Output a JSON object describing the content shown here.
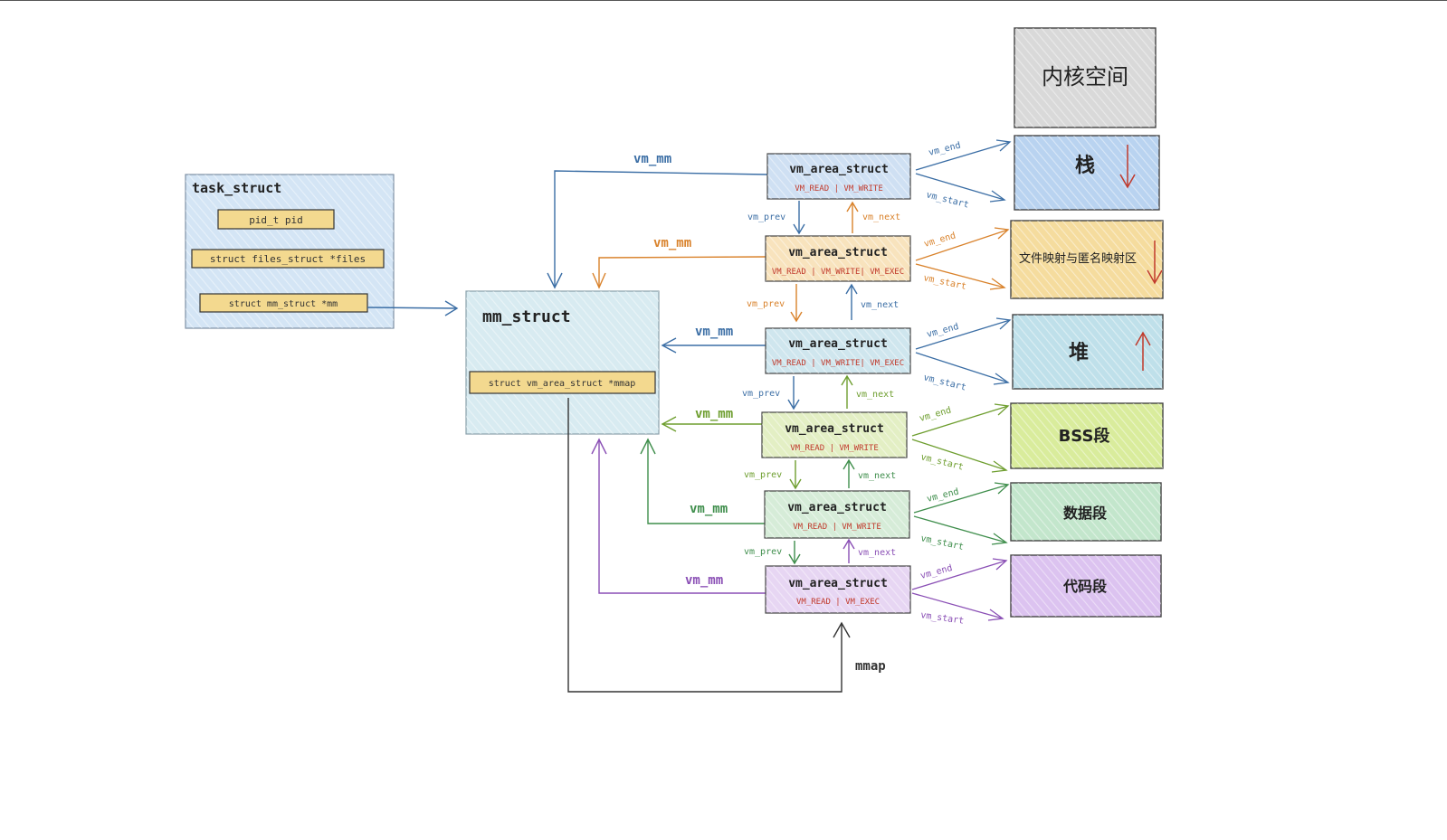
{
  "task_struct": {
    "title": "task_struct",
    "fields": [
      "pid_t  pid",
      "struct files_struct *files",
      "struct mm_struct     *mm"
    ]
  },
  "mm_struct": {
    "title": "mm_struct",
    "field": "struct vm_area_struct *mmap"
  },
  "vmas": [
    {
      "title": "vm_area_struct",
      "flags": "VM_READ | VM_WRITE",
      "color": "#3b6ea5",
      "fill": "#cfe0f3",
      "link_label": "vm_mm"
    },
    {
      "title": "vm_area_struct",
      "flags": "VM_READ | VM_WRITE| VM_EXEC",
      "color": "#d9822b",
      "fill": "#f8e3bd",
      "link_label": "vm_mm"
    },
    {
      "title": "vm_area_struct",
      "flags": "VM_READ | VM_WRITE| VM_EXEC",
      "color": "#3b6ea5",
      "fill": "#cfe6ee",
      "link_label": "vm_mm"
    },
    {
      "title": "vm_area_struct",
      "flags": "VM_READ | VM_WRITE",
      "color": "#6e9e2f",
      "fill": "#e3efc4",
      "link_label": "vm_mm"
    },
    {
      "title": "vm_area_struct",
      "flags": "VM_READ | VM_WRITE",
      "color": "#3f8e4c",
      "fill": "#d6ecd8",
      "link_label": "vm_mm"
    },
    {
      "title": "vm_area_struct",
      "flags": "VM_READ | VM_EXEC",
      "color": "#8a4fb5",
      "fill": "#e7d6f3",
      "link_label": "vm_mm"
    }
  ],
  "chain_labels": {
    "prev": "vm_prev",
    "next": "vm_next"
  },
  "range_labels": {
    "end": "vm_end",
    "start": "vm_start"
  },
  "segments": [
    {
      "label": "内核空间",
      "fill": "#d9d9d9",
      "arrow": "none"
    },
    {
      "label": "栈",
      "fill": "#b9d3f0",
      "arrow": "down"
    },
    {
      "label": "文件映射与匿名映射区",
      "fill": "#f5dc9e",
      "arrow": "down"
    },
    {
      "label": "堆",
      "fill": "#bfe0ea",
      "arrow": "up"
    },
    {
      "label": "BSS段",
      "fill": "#d9ec9c",
      "arrow": "none"
    },
    {
      "label": "数据段",
      "fill": "#c3e6cc",
      "arrow": "none"
    },
    {
      "label": "代码段",
      "fill": "#dcc3f0",
      "arrow": "none"
    }
  ],
  "mmap_label": "mmap",
  "flag_color": "#c0392b"
}
